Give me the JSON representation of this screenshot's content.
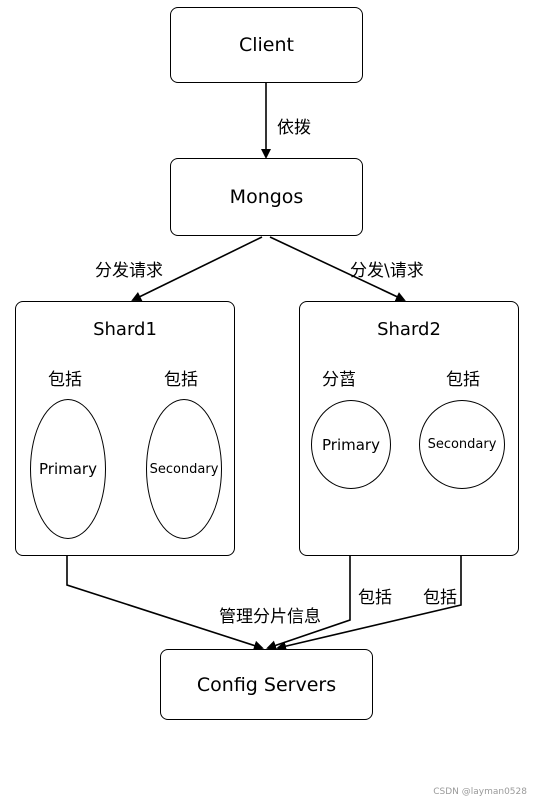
{
  "nodes": {
    "client": "Client",
    "mongos": "Mongos",
    "config": "Config Servers"
  },
  "edge_labels": {
    "client_mongos": "依拨",
    "mongos_shard1": "分发请求",
    "mongos_shard2": "分发\\请求",
    "manage": "管理分片信息",
    "s2_primary_config": "包括",
    "s2_secondary_config": "包括"
  },
  "shard1": {
    "title": "Shard1",
    "left_label": "包括",
    "right_label": "包括",
    "primary": "Primary",
    "secondary": "Secondary"
  },
  "shard2": {
    "title": "Shard2",
    "left_label": "分蓞",
    "right_label": "包括",
    "primary": "Primary",
    "secondary": "Secondary"
  },
  "watermark": "CSDN @layman0528"
}
